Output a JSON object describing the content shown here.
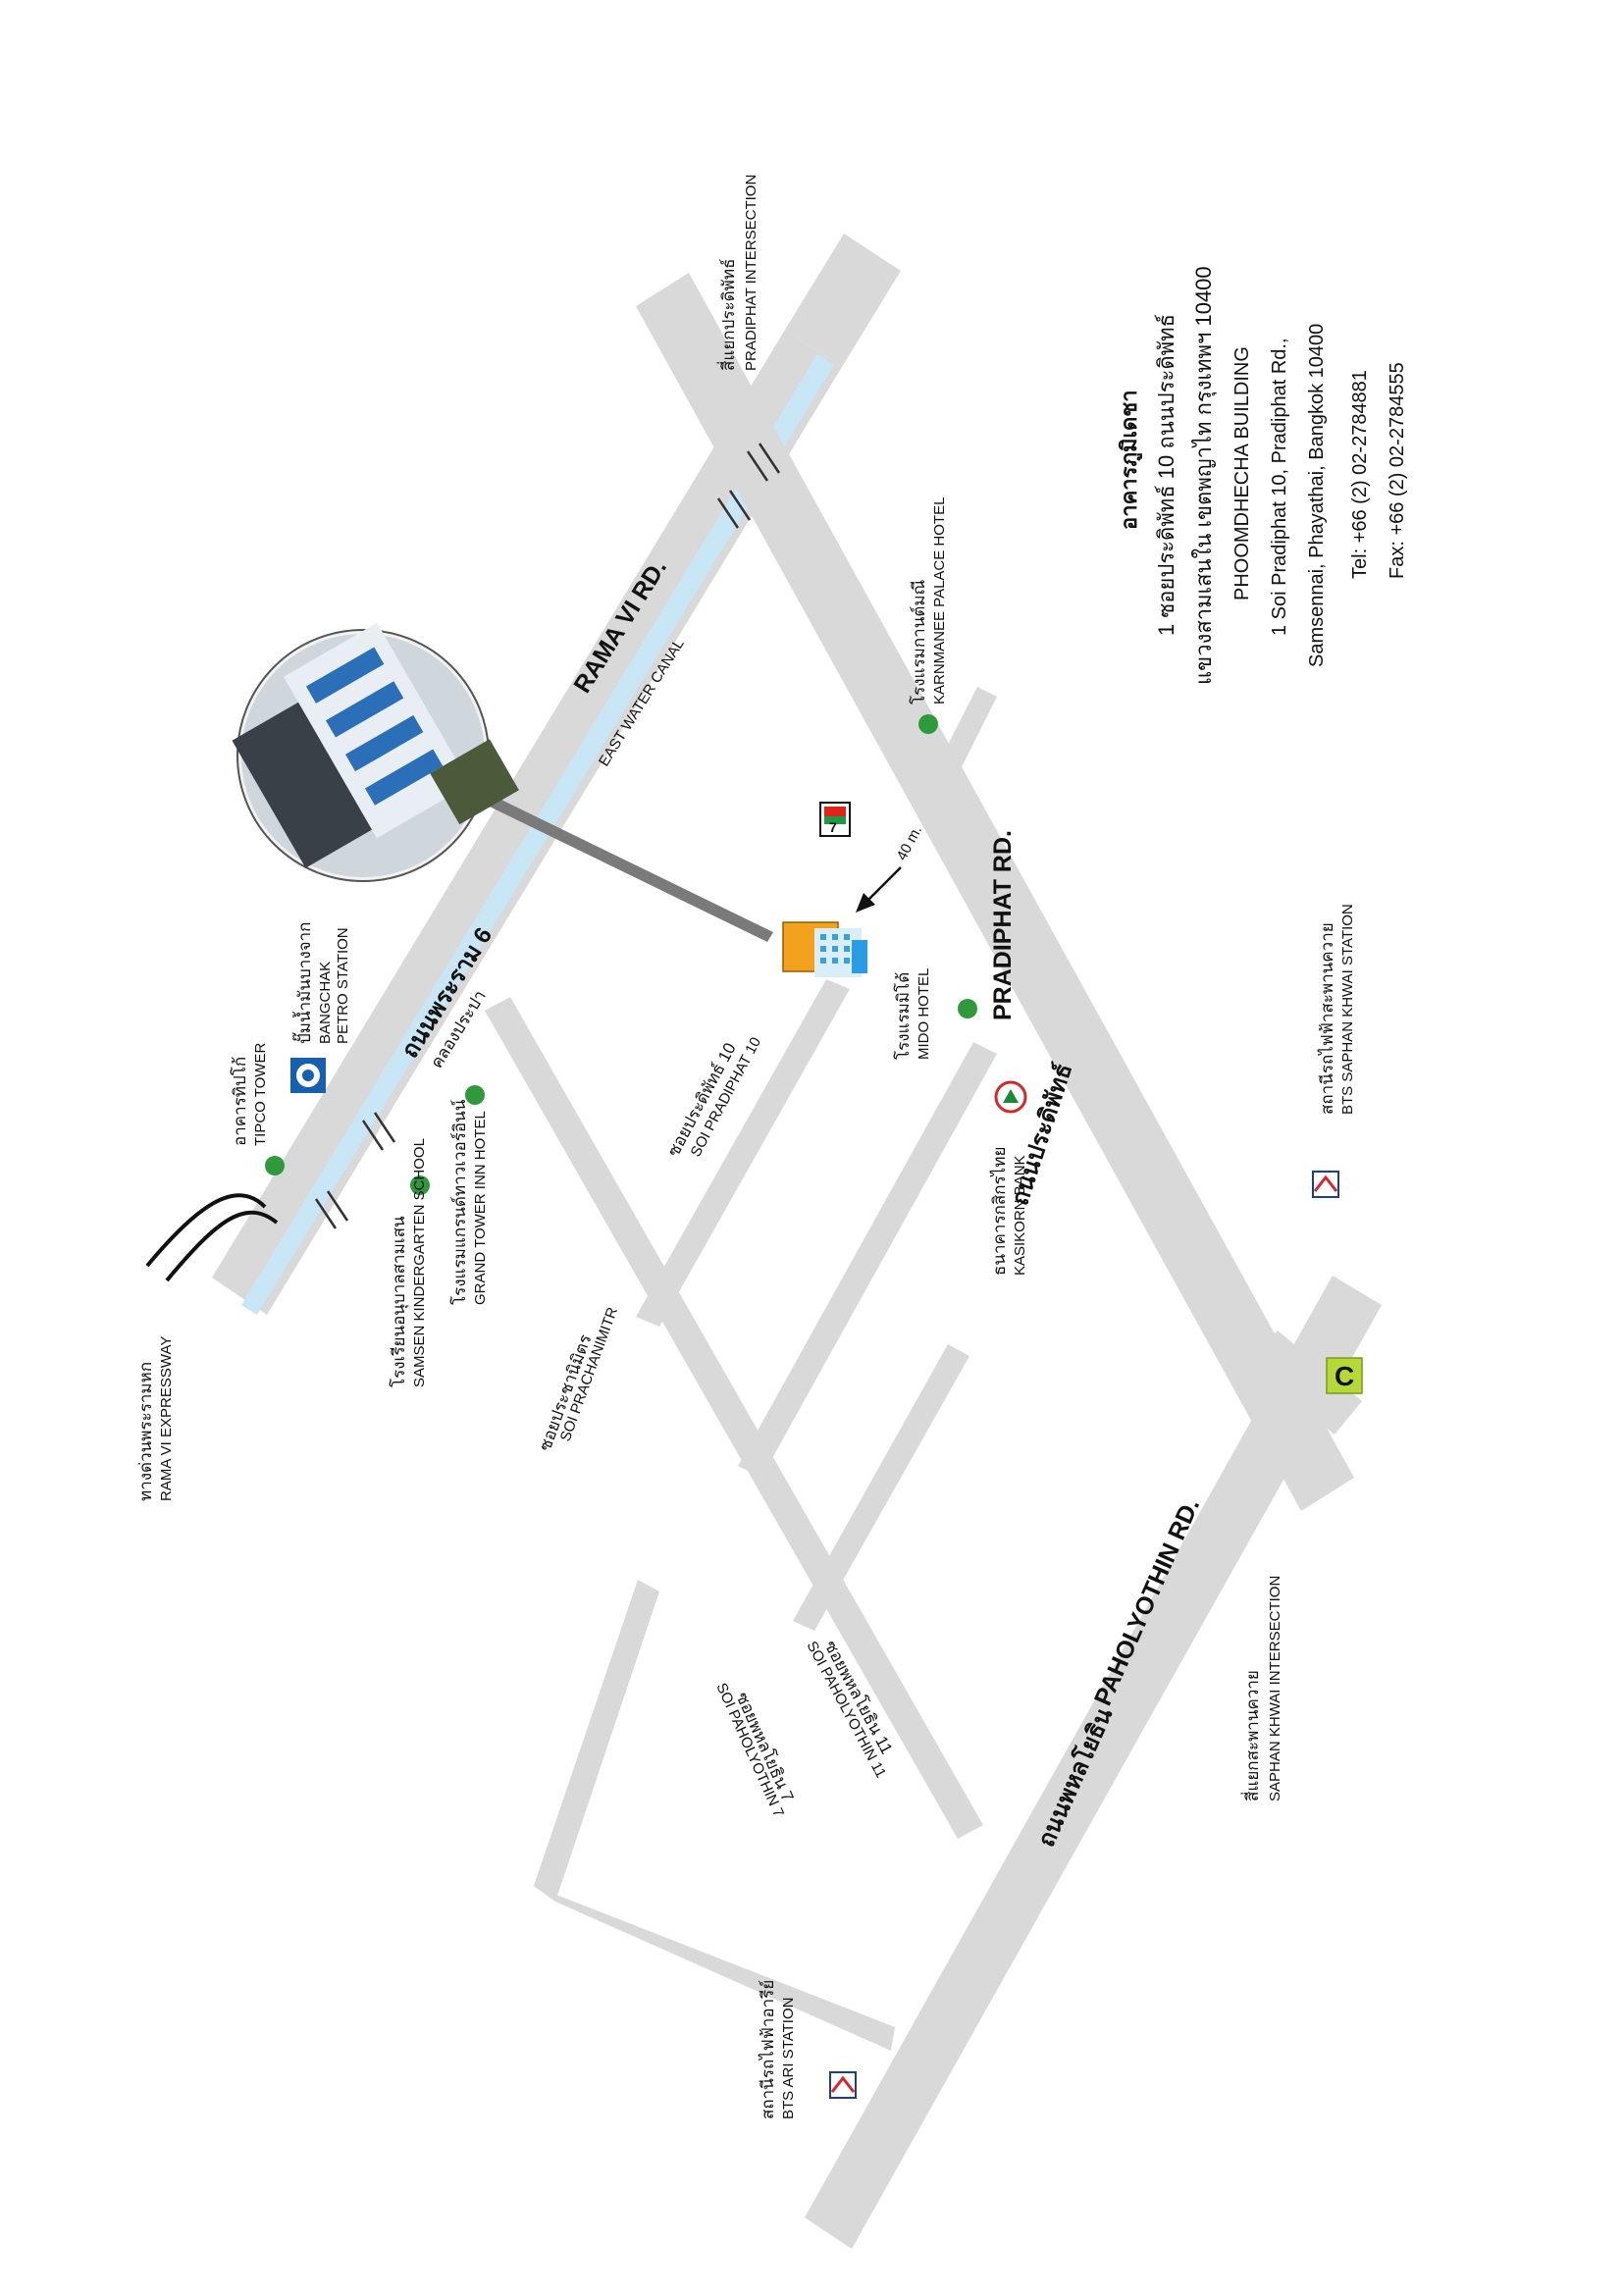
{
  "roads": {
    "rama6_en": "RAMA VI RD.",
    "rama6_th": "ถนนพระราม 6",
    "east_canal_en": "EAST WATER CANAL",
    "east_canal_th": "คลองประปา",
    "pradiphat_en": "PRADIPHAT RD.",
    "pradiphat_th": "ถนนประดิพัทธ์",
    "paholyothin_en": "PAHOLYOTHIN RD.",
    "paholyothin_th": "ถนนพหลโยธิน",
    "soi_pradiphat10_en": "SOI PRADIPHAT 10",
    "soi_pradiphat10_th": "ซอยประดิพัทธ์ 10",
    "soi_prachanimitr_en": "SOI PRACHANIMITR",
    "soi_prachanimitr_th": "ซอยประชานิมิตร",
    "soi_paholyothin11_en": "SOI PAHOLYOTHIN 11",
    "soi_paholyothin11_th": "ซอยพหลโยธิน 11",
    "soi_paholyothin7_en": "SOI PAHOLYOTHIN 7",
    "soi_paholyothin7_th": "ซอยพหลโยธิน 7",
    "distance": "40 m."
  },
  "landmarks": {
    "expressway_en": "RAMA VI EXPRESSWAY",
    "expressway_th": "ทางด่วนพระรามหก",
    "tipco_en": "TIPCO TOWER",
    "tipco_th": "อาคารทิปโก้",
    "bangchak_en_1": "BANGCHAK",
    "bangchak_en_2": "PETRO STATION",
    "bangchak_th": "ปั๊มน้ำมันบางจาก",
    "samsen_en": "SAMSEN KINDERGARTEN SCHOOL",
    "samsen_th": "โรงเรียนอนุบาลสามเสน",
    "grand_tower_en": "GRAND TOWER INN HOTEL",
    "grand_tower_th": "โรงแรมแกรนด์ทาวเวอร์อินน์",
    "mido_en": "MIDO HOTEL",
    "mido_th": "โรงแรมมิโด้",
    "karnmanee_en": "KARNMANEE PALACE HOTEL",
    "karnmanee_th": "โรงแรมกานต์มณี",
    "kasikorn_en": "KASIKORN BANK",
    "kasikorn_th": "ธนาคารกสิกรไทย",
    "pradiphat_int_en": "PRADIPHAT INTERSECTION",
    "pradiphat_int_th": "สี่แยกประดิพัทธ์",
    "saphan_int_en": "SAPHAN KHWAI INTERSECTION",
    "saphan_int_th": "สี่แยกสะพานควาย",
    "bts_saphan_en": "BTS SAPHAN KHWAI STATION",
    "bts_saphan_th": "สถานีรถไฟฟ้าสะพานควาย",
    "bts_ari_en": "BTS ARI STATION",
    "bts_ari_th": "สถานีรถไฟฟ้าอารีย์",
    "seven_eleven": "7",
    "bigc": "C"
  },
  "address": {
    "th_line1": "อาคารภูมิเดชา",
    "th_line2": "1 ซอยประดิพัทธ์ 10 ถนนประดิพัทธ์",
    "th_line3": "แขวงสามเสนใน เขตพญาไท กรุงเทพฯ 10400",
    "en_name": "PHOOMDHECHA BUILDING",
    "en_line1": "1 Soi Pradiphat 10, Pradiphat Rd.,",
    "en_line2": "Samsennai, Phayathai, Bangkok 10400",
    "tel": "Tel: +66 (2) 02-2784881",
    "fax": "Fax: +66 (2) 02-2784555"
  },
  "colors": {
    "road": "#d9d9d9",
    "canal": "#c9e6f6",
    "poi": "#2e9a3c"
  }
}
